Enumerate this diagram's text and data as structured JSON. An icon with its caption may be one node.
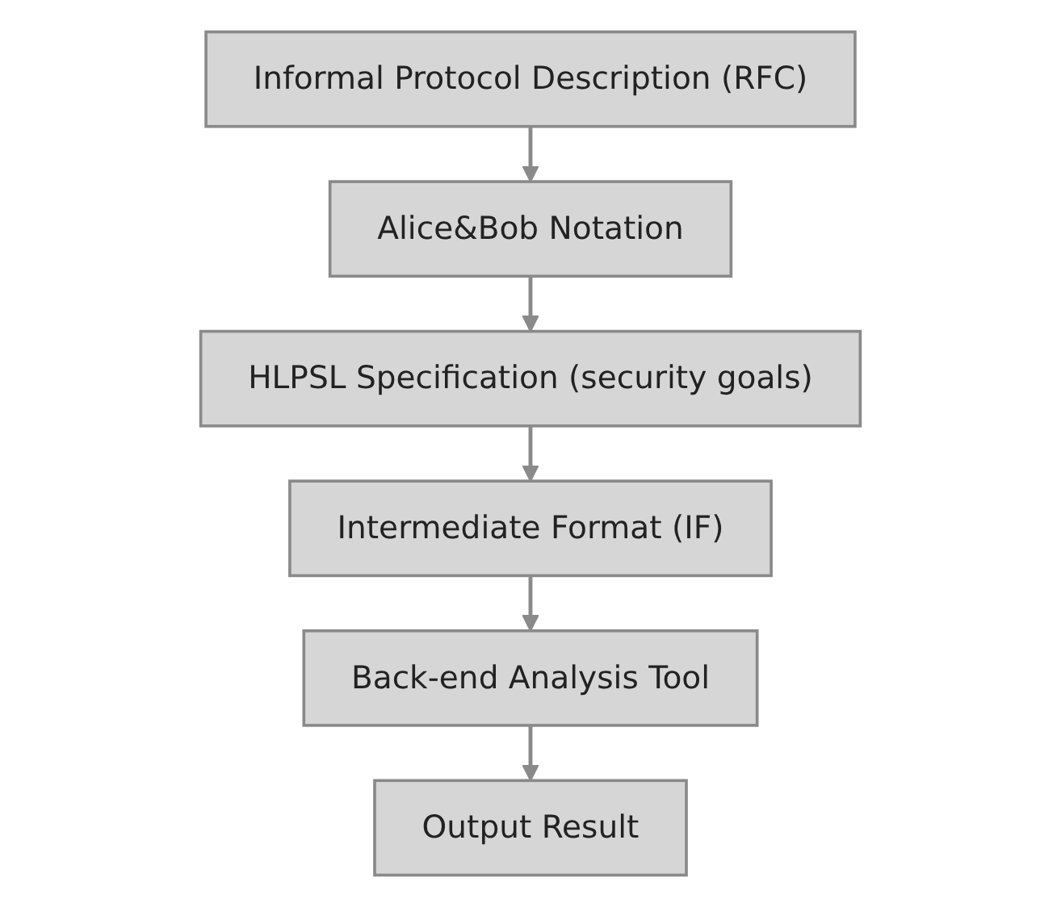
{
  "diagram": {
    "nodes": [
      {
        "text": [
          "Informal Protocol Description (RFC)"
        ]
      },
      {
        "text": [
          "Alice&Bob Notation"
        ]
      },
      {
        "text": [
          "HLPSL Specification (security goals)"
        ]
      },
      {
        "text": [
          "Intermediate Format (IF)"
        ]
      },
      {
        "text": [
          "Back-end Analysis Tool"
        ]
      },
      {
        "text": [
          "Output Result"
        ]
      }
    ],
    "edges": [
      {
        "from": 0,
        "to": 1,
        "arrow": "to"
      },
      {
        "from": 1,
        "to": 2,
        "arrow": "to"
      },
      {
        "from": 2,
        "to": 3,
        "arrow": "to"
      },
      {
        "from": 3,
        "to": 4,
        "arrow": "to"
      },
      {
        "from": 4,
        "to": 5,
        "arrow": "to"
      }
    ]
  }
}
